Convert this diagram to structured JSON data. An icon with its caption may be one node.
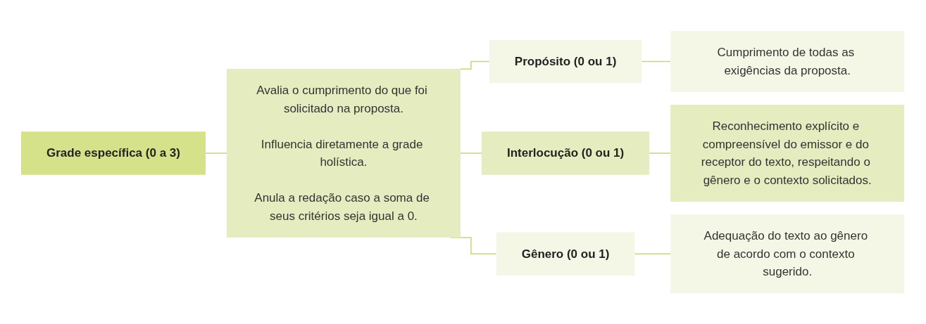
{
  "diagram": {
    "nodes": [
      {
        "text": [
          "Grade específica (0 a 3)"
        ]
      },
      {
        "text": [
          "Avalia o cumprimento do que foi solicitado na proposta.",
          "Influencia diretamente a grade holística.",
          "Anula a redação caso a soma de seus critérios seja igual a 0."
        ]
      },
      {
        "text": [
          "Propósito (0 ou 1)"
        ]
      },
      {
        "text": [
          "Cumprimento de todas as exigências da proposta."
        ]
      },
      {
        "text": [
          "Interlocução (0 ou 1)"
        ]
      },
      {
        "text": [
          "Reconhecimento explícito e compreensível do emissor e do receptor do texto, respeitando o gênero e o contexto solicitados."
        ]
      },
      {
        "text": [
          "Gênero (0 ou 1)"
        ]
      },
      {
        "text": [
          "Adequação do texto ao gênero de acordo com o contexto sugerido."
        ]
      }
    ],
    "edges": [
      {
        "from": 0,
        "to": 1,
        "arrow": "none"
      },
      {
        "from": 1,
        "to": 2,
        "arrow": "none"
      },
      {
        "from": 1,
        "to": 4,
        "arrow": "none"
      },
      {
        "from": 1,
        "to": 6,
        "arrow": "none"
      },
      {
        "from": 2,
        "to": 3,
        "arrow": "none"
      },
      {
        "from": 4,
        "to": 5,
        "arrow": "none"
      },
      {
        "from": 6,
        "to": 7,
        "arrow": "none"
      }
    ]
  }
}
